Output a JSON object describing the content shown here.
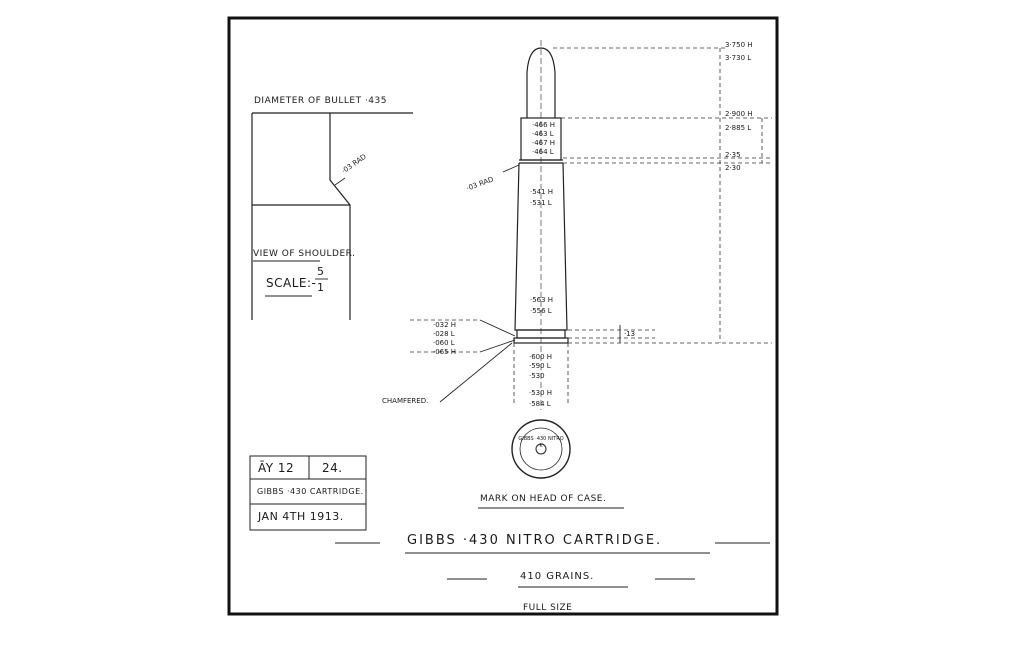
{
  "shoulder_view": {
    "bullet_diameter_label": "DIAMETER OF BULLET ·435",
    "radius_note": "·03 RAD",
    "caption": "VIEW OF SHOULDER.",
    "scale_label": "SCALE:-",
    "scale_num": "5",
    "scale_den": "1"
  },
  "dimensions": {
    "overall_high": "3·750 H",
    "overall_low": "3·730 L",
    "neck_top_high": "2·900 H",
    "neck_top_low": "2·885 L",
    "shoulder_high": "2·35",
    "shoulder_low": "2·30",
    "neck_d1": "·466 H",
    "neck_d2": "·463 L",
    "neck_d3": "·467 H",
    "neck_d4": "·464 L",
    "shoulder_radius": "·03 RAD",
    "body_high": "·541 H",
    "body_low": "·531 L",
    "base_high": "·563 H",
    "base_low": "·556 L",
    "rim_1": "·032 H",
    "rim_2": "·028 L",
    "rim_3": "·060 L",
    "rim_4": "·065 H",
    "rim_side": "·13",
    "head_1": "·600 H",
    "head_2": "·590 L",
    "head_3": "·530",
    "head_4": "·530 H",
    "head_5": "·584 L",
    "chamfered": "CHAMFERED."
  },
  "headstamp": {
    "text": "GIBBS ·430 NITRO K",
    "caption": "MARK ON HEAD OF CASE."
  },
  "title_block": {
    "ref": "ĀY 12",
    "number": "24.",
    "cartridge": "GIBBS ·430 CARTRIDGE.",
    "date": "JAN 4TH 1913."
  },
  "title": "GIBBS ·430 NITRO CARTRIDGE.",
  "weight": "410 GRAINS.",
  "scale_footer": "FULL SIZE"
}
